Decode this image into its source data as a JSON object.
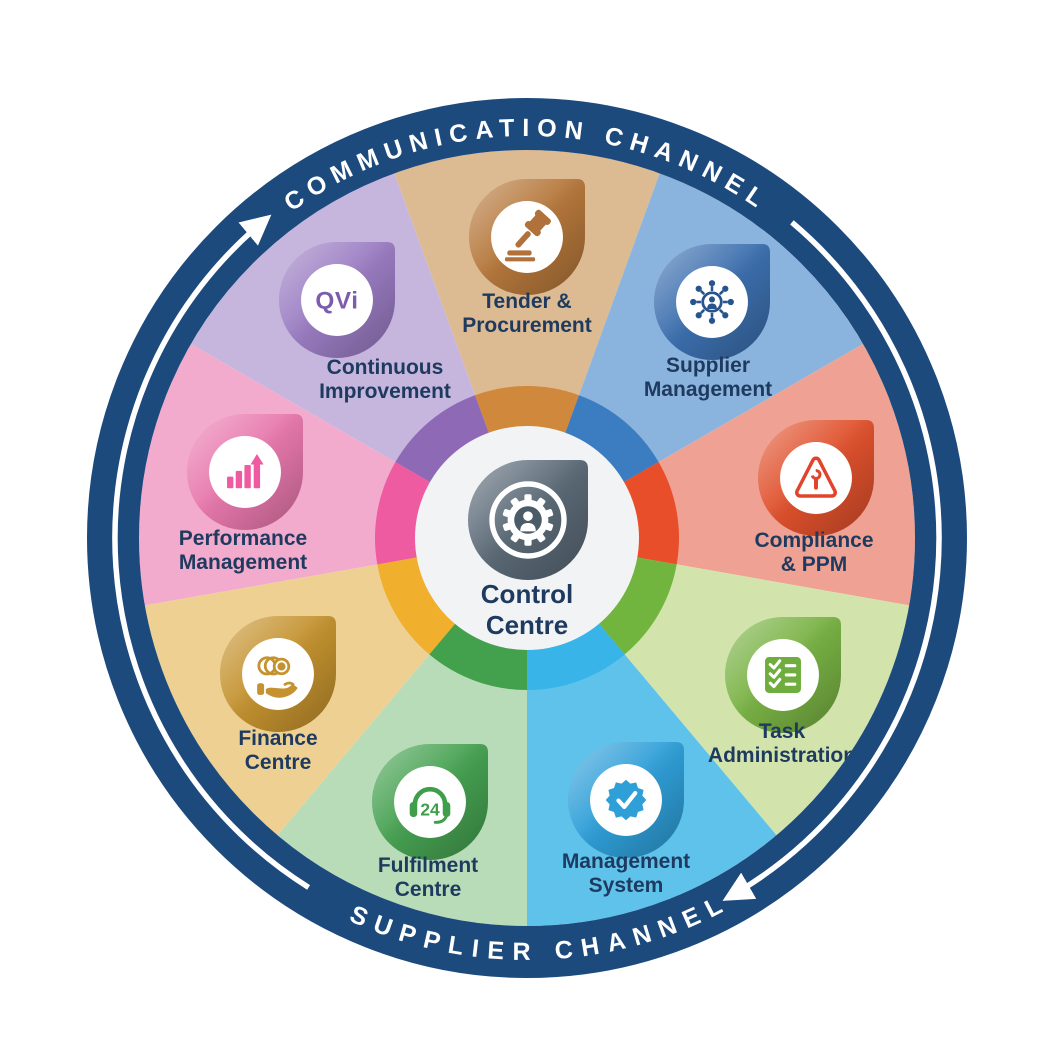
{
  "diagram": {
    "background": "#ffffff",
    "label_color": "#1e3a5f",
    "ring": {
      "top_label": "COMMUNICATION CHANNEL",
      "bottom_label": "SUPPLIER CHANNEL",
      "band_color": "#1d4a7d",
      "text_color": "#ffffff",
      "arrow_color": "#ffffff"
    },
    "center": {
      "line1": "Control",
      "line2": "Centre",
      "droplet_color": "#5b6a77",
      "disc_color": "#f2f3f5",
      "gear_core_color": "#4c5b68",
      "icon": "gear-person-icon"
    },
    "segments": [
      {
        "name": "tender-procurement",
        "line1": "Tender &",
        "line2": "Procurement",
        "wedge_color": "#dcba92",
        "arc_color": "#d0883d",
        "droplet_color": "#b5773b",
        "icon_color": "#b0713a",
        "icon": "gavel-icon"
      },
      {
        "name": "supplier-management",
        "line1": "Supplier",
        "line2": "Management",
        "wedge_color": "#8ab4de",
        "arc_color": "#3c7dc1",
        "droplet_color": "#3c6fae",
        "icon_color": "#27538f",
        "icon": "network-icon"
      },
      {
        "name": "compliance-ppm",
        "line1": "Compliance",
        "line2": "& PPM",
        "wedge_color": "#efa293",
        "arc_color": "#e94e2a",
        "droplet_color": "#e0512d",
        "icon_color": "#e2432b",
        "icon": "warning-wrench-icon"
      },
      {
        "name": "task-administration",
        "line1": "Task",
        "line2": "Administration",
        "wedge_color": "#d2e4ac",
        "arc_color": "#71b53f",
        "droplet_color": "#79b244",
        "icon_color": "#6fae3e",
        "icon": "checklist-icon"
      },
      {
        "name": "management-system",
        "line1": "Management",
        "line2": "System",
        "wedge_color": "#5fc2ea",
        "arc_color": "#39b4e8",
        "droplet_color": "#2f9fd8",
        "icon_color": "#2f9fd8",
        "icon": "certified-badge-icon"
      },
      {
        "name": "fulfilment-centre",
        "line1": "Fulfilment",
        "line2": "Centre",
        "wedge_color": "#b9dcb8",
        "arc_color": "#43a04d",
        "droplet_color": "#46a151",
        "icon_color": "#3f9e4a",
        "icon": "headset-24-icon",
        "badge_text": "24"
      },
      {
        "name": "finance-centre",
        "line1": "Finance",
        "line2": "Centre",
        "wedge_color": "#edd092",
        "arc_color": "#f0b02d",
        "droplet_color": "#c4922f",
        "icon_color": "#c4922f",
        "icon": "coins-hand-icon"
      },
      {
        "name": "performance-management",
        "line1": "Performance",
        "line2": "Management",
        "wedge_color": "#f3abcd",
        "arc_color": "#ee5ba1",
        "droplet_color": "#e878ad",
        "icon_color": "#ee5ba1",
        "icon": "growth-chart-icon"
      },
      {
        "name": "continuous-improvement",
        "line1": "Continuous",
        "line2": "Improvement",
        "wedge_color": "#c6b5dd",
        "arc_color": "#8e6ab6",
        "droplet_color": "#9a7cc2",
        "icon_color": "#7c5cad",
        "icon": "qvi-logo",
        "logo_text": "QVi"
      }
    ]
  }
}
